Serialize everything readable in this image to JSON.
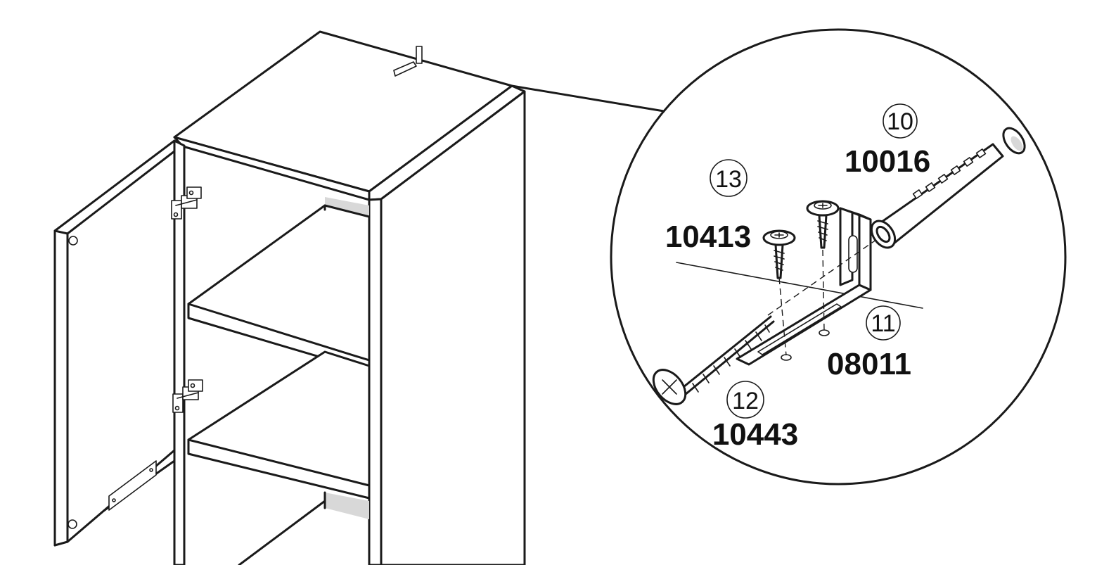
{
  "parts": [
    {
      "id": "part-10",
      "number": "10",
      "code": "10016"
    },
    {
      "id": "part-11",
      "number": "11",
      "code": "08011"
    },
    {
      "id": "part-12",
      "number": "12",
      "code": "10443"
    },
    {
      "id": "part-13",
      "number": "13",
      "code": "10413"
    }
  ],
  "colors": {
    "line": "#1a1a1a",
    "background": "#ffffff",
    "shade": "#d8d8d8"
  }
}
